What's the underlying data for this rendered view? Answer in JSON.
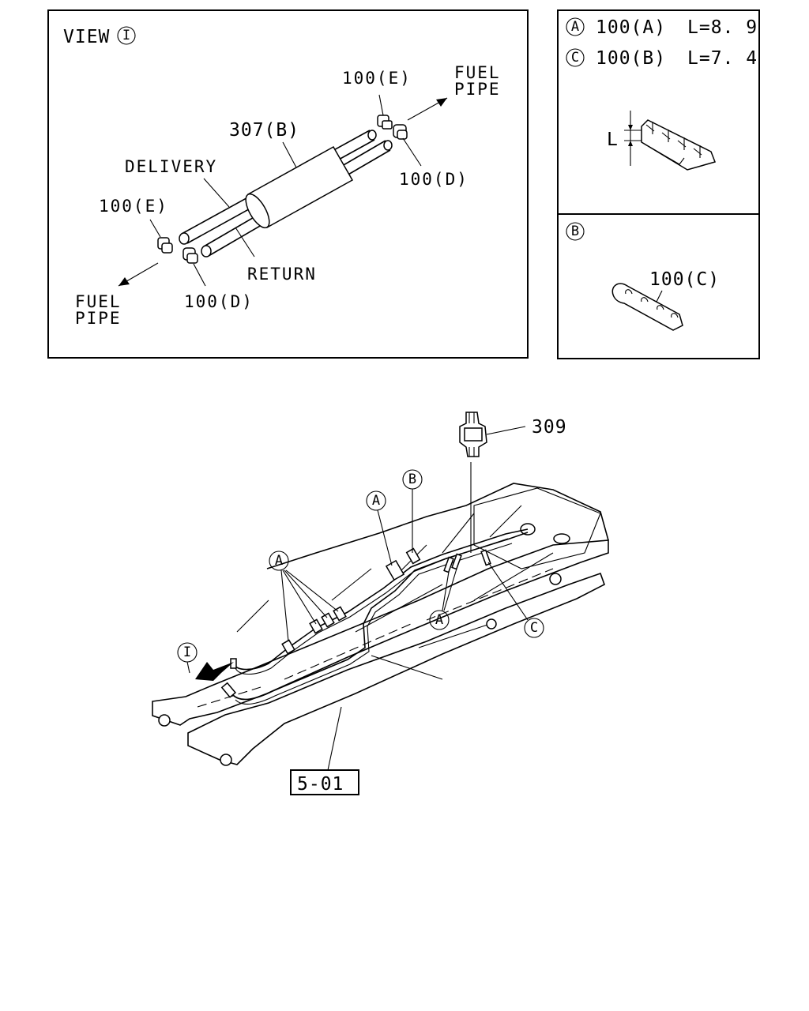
{
  "view_panel": {
    "view_title": "VIEW",
    "view_marker": "I",
    "label_pipe_assembly": "307(B)",
    "label_delivery": "DELIVERY",
    "label_return": "RETURN",
    "label_clip_e_top": "100(E)",
    "label_clip_d_top": "100(D)",
    "label_clip_e_left": "100(E)",
    "label_clip_d_bottom": "100(D)",
    "label_fuel_pipe_top_1": "FUEL",
    "label_fuel_pipe_top_2": "PIPE",
    "label_fuel_pipe_bottom_1": "FUEL",
    "label_fuel_pipe_bottom_2": "PIPE"
  },
  "clip_legend": {
    "row_a_marker": "A",
    "row_a_part": "100(A)",
    "row_a_length": "L=8. 9",
    "row_c_marker": "C",
    "row_c_part": "100(B)",
    "row_c_length": "L=7. 4",
    "dimension_label": "L"
  },
  "clip_b_panel": {
    "marker": "B",
    "part_label": "100(C)"
  },
  "chassis": {
    "part_309": "309",
    "ref_box": "5-01",
    "marker_a_left": "A",
    "marker_a_mid": "A",
    "marker_b": "B",
    "marker_a_lower": "A",
    "marker_c": "C",
    "view_marker": "I"
  }
}
